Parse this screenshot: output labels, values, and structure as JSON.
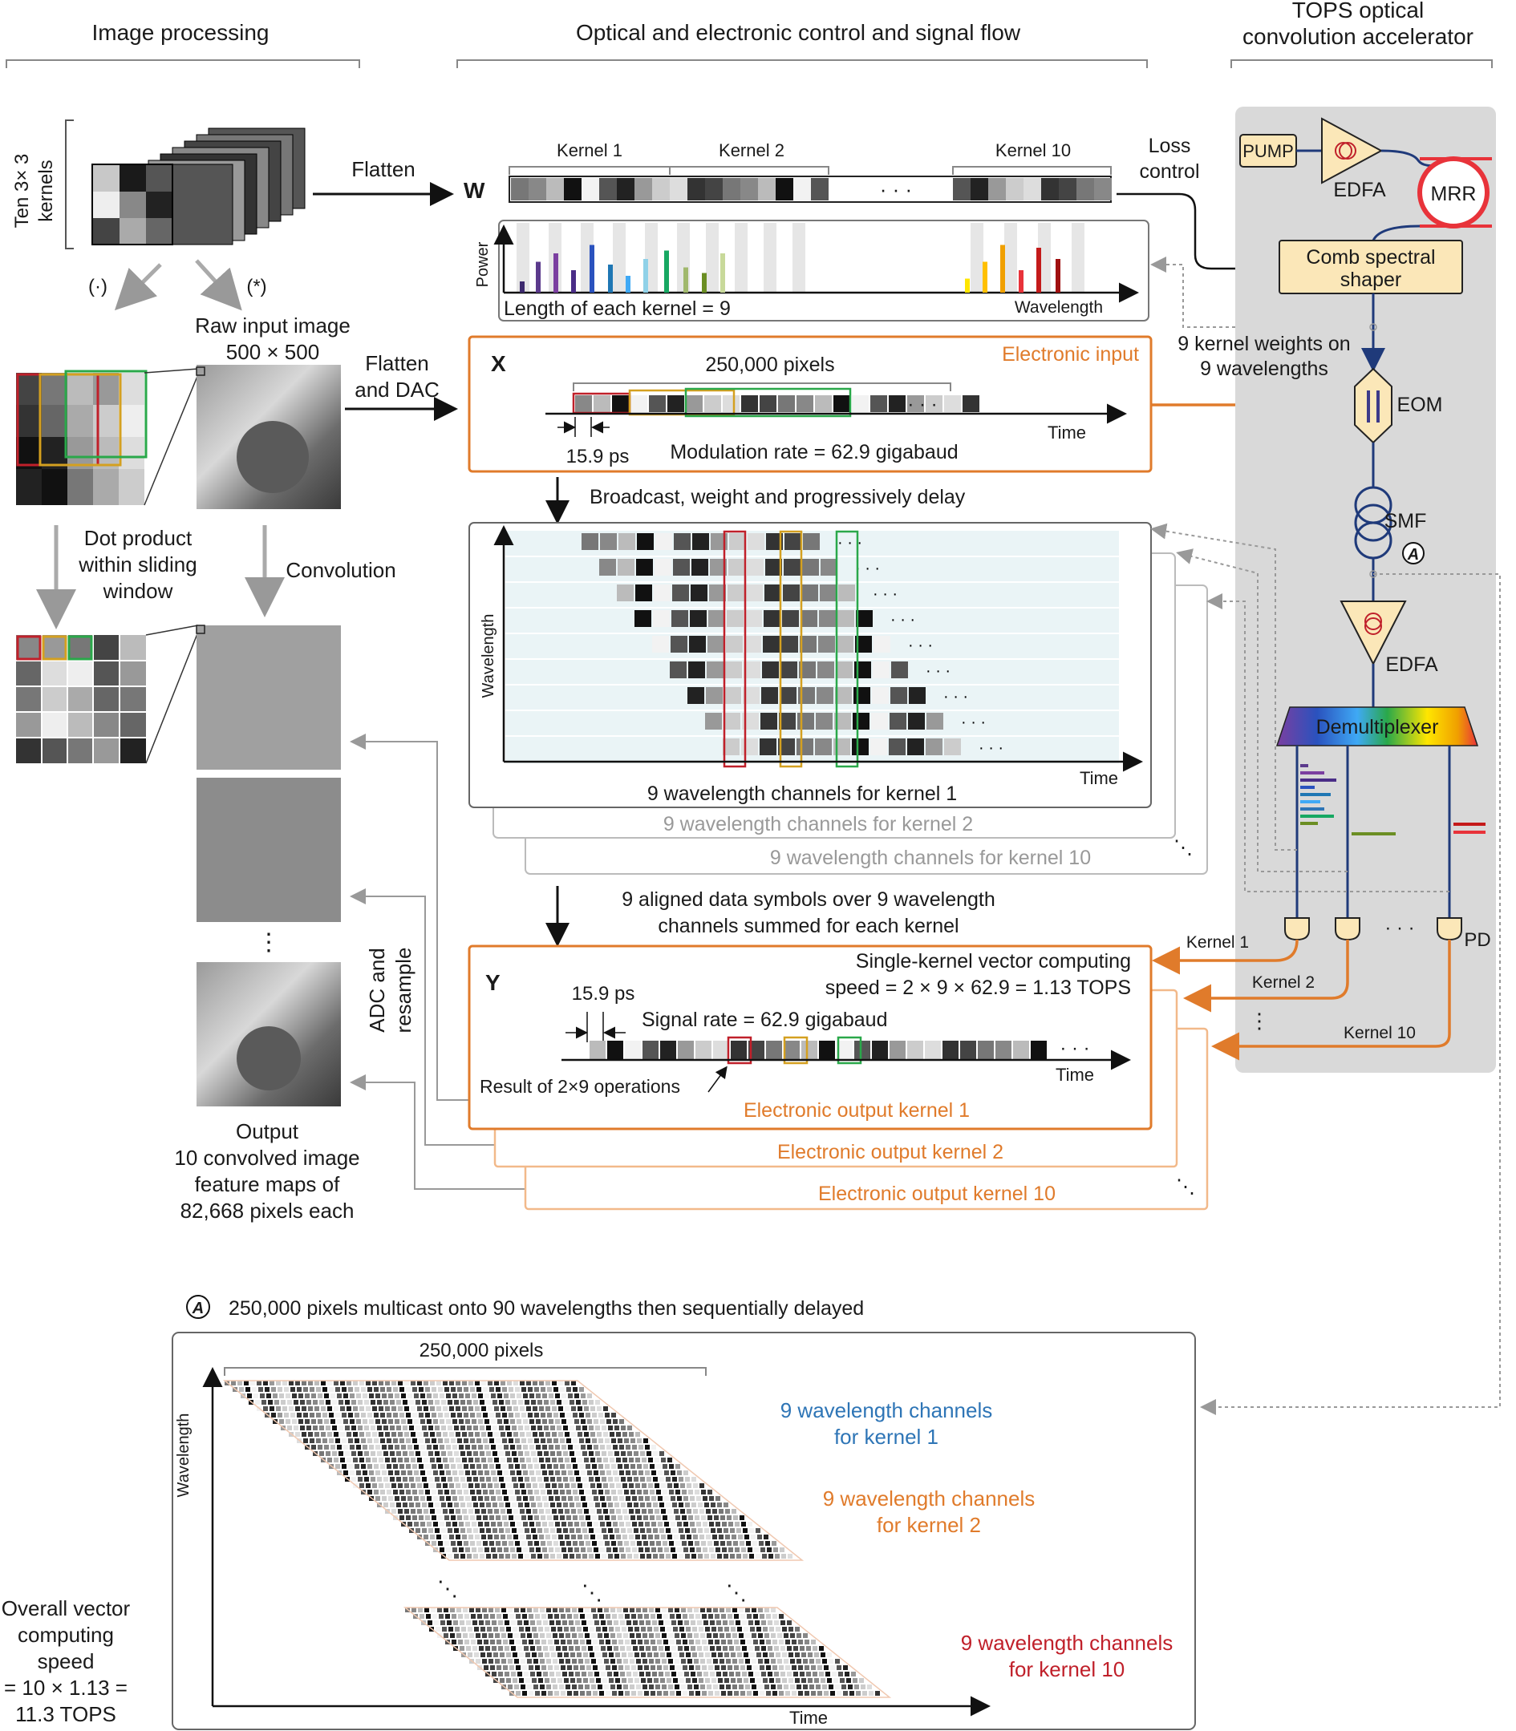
{
  "sections": {
    "image_processing": "Image processing",
    "signal_flow": "Optical and electronic control and signal flow",
    "accelerator_line1": "TOPS optical",
    "accelerator_line2": "convolution accelerator"
  },
  "left": {
    "kernels_label_1": "Ten 3× 3",
    "kernels_label_2": "kernels",
    "dot_op": "(·)",
    "conv_op": "(*)",
    "raw_input_1": "Raw input image",
    "raw_input_2": "500 × 500",
    "dot_product_1": "Dot product",
    "dot_product_2": "within sliding",
    "dot_product_3": "window",
    "convolution": "Convolution",
    "output_1": "Output",
    "output_2": "10 convolved image",
    "output_3": "feature maps of",
    "output_4": "82,668 pixels each",
    "adc_1": "ADC and",
    "adc_2": "resample",
    "flatten": "Flatten",
    "flatten_dac_1": "Flatten",
    "flatten_dac_2": "and DAC"
  },
  "w_panel": {
    "label": "W",
    "kernel1": "Kernel 1",
    "kernel2": "Kernel 2",
    "kernel10": "Kernel 10",
    "power": "Power",
    "length": "Length of each kernel = 9",
    "wavelength": "Wavelength",
    "loss_1": "Loss",
    "loss_2": "control",
    "bar_colors": [
      "#3d2a6e",
      "#5b3a8c",
      "#7b3fa0",
      "#4a2d87",
      "#2a52be",
      "#1f77b4",
      "#3fa9f5",
      "#8fd1e8",
      "#17a862",
      "#a0b86c",
      "#6b8e23",
      "#c8d99a",
      "#ffe600",
      "#ffc000",
      "#f0a000",
      "#e8333a",
      "#c41a1a",
      "#a01010"
    ],
    "bar_heights": [
      0.2,
      0.55,
      0.7,
      0.4,
      0.85,
      0.5,
      0.3,
      0.6,
      0.75,
      0.45,
      0.35,
      0.7,
      0.25,
      0.55,
      0.85,
      0.4,
      0.8,
      0.6
    ]
  },
  "x_panel": {
    "label": "X",
    "electronic_input": "Electronic input",
    "pixels": "250,000 pixels",
    "time": "Time",
    "ps": "15.9 ps",
    "modulation": "Modulation rate = 62.9 gigabaud"
  },
  "broadcast": "Broadcast, weight and progressively delay",
  "delay_panel": {
    "wavelength": "Wavelength",
    "time": "Time",
    "kernel1": "9 wavelength channels for kernel 1",
    "kernel2": "9 wavelength channels for kernel 2",
    "kernel10": "9 wavelength channels for kernel 10"
  },
  "aligned_1": "9 aligned data symbols over 9 wavelength",
  "aligned_2": "channels summed for each kernel",
  "y_panel": {
    "label": "Y",
    "speed_1": "Single-kernel vector computing",
    "speed_2": "speed = 2 × 9 × 62.9 = 1.13 TOPS",
    "ps": "15.9 ps",
    "signal_rate": "Signal rate = 62.9 gigabaud",
    "result": "Result of 2×9 operations",
    "time": "Time",
    "out1": "Electronic output kernel 1",
    "out2": "Electronic output kernel 2",
    "out10": "Electronic output kernel 10"
  },
  "accelerator": {
    "pump": "PUMP",
    "edfa1": "EDFA",
    "mrr": "MRR",
    "shaper_1": "Comb spectral",
    "shaper_2": "shaper",
    "weights_1": "9 kernel weights on",
    "weights_2": "9 wavelengths",
    "eom": "EOM",
    "smf": "SMF",
    "a_mark": "A",
    "edfa2": "EDFA",
    "demux": "Demultiplexer",
    "pd": "PD",
    "k1": "Kernel 1",
    "k2": "Kernel 2",
    "k10": "Kernel 10"
  },
  "bottom": {
    "a_mark": "A",
    "title": "250,000 pixels multicast onto 90 wavelengths then sequentially delayed",
    "pixels": "250,000 pixels",
    "wavelength": "Wavelength",
    "time": "Time",
    "k1_1": "9 wavelength channels",
    "k1_2": "for kernel 1",
    "k2_1": "9 wavelength channels",
    "k2_2": "for kernel 2",
    "k10_1": "9 wavelength channels",
    "k10_2": "for kernel 10",
    "overall_1": "Overall vector",
    "overall_2": "computing",
    "overall_3": "speed",
    "overall_4": "= 10 × 1.13 =",
    "overall_5": "11.3 TOPS"
  },
  "colors": {
    "orange": "#e07b2b",
    "navy": "#1f3a7a",
    "red": "#c0202a",
    "gold": "#d4a020",
    "green": "#2aa84a",
    "panel_grey": "#d9d9d9",
    "lightblue": "#eaf4f6"
  }
}
